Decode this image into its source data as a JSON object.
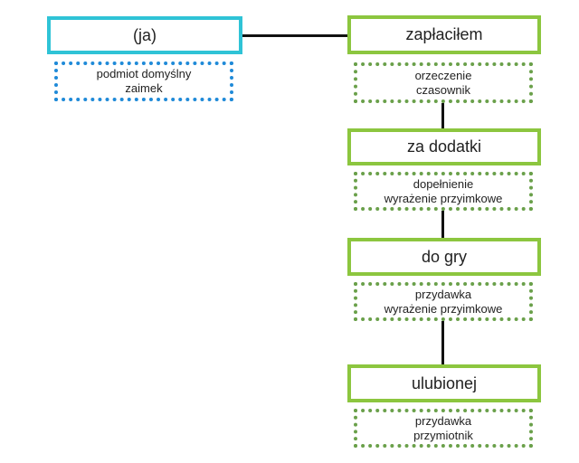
{
  "subject": {
    "word": "(ja)",
    "role": "podmiot domyślny",
    "pos": "zaimek"
  },
  "chain": [
    {
      "word": "zapłaciłem",
      "role": "orzeczenie",
      "pos": "czasownik"
    },
    {
      "word": "za dodatki",
      "role": "dopełnienie",
      "pos": "wyrażenie przyimkowe"
    },
    {
      "word": "do gry",
      "role": "przydawka",
      "pos": "wyrażenie przyimkowe"
    },
    {
      "word": "ulubionej",
      "role": "przydawka",
      "pos": "przymiotnik"
    }
  ],
  "colors": {
    "subject_border": "#2fc3d6",
    "subject_note_border": "#1f8ad8",
    "word_border": "#8cc63f",
    "note_border": "#6aa04a",
    "connector": "#111111"
  }
}
